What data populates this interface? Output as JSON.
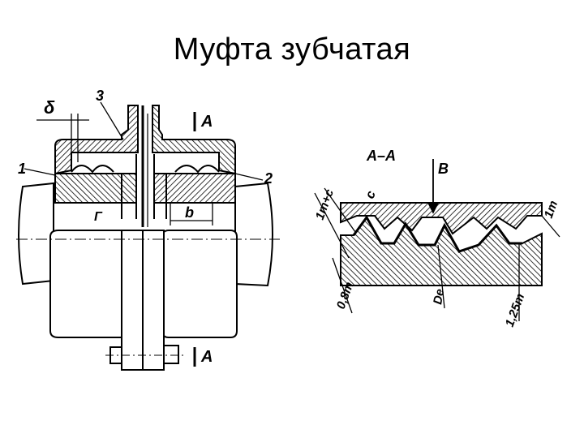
{
  "slide": {
    "title": "Муфта зубчатая"
  },
  "main_view": {
    "labels": {
      "delta": "δ",
      "part_3": "3",
      "part_1": "1",
      "part_2": "2",
      "gamma": "Г",
      "dim_b": "b",
      "section_mark_top": "A",
      "section_mark_bottom": "A"
    }
  },
  "section_view": {
    "labels": {
      "section_title": "A–A",
      "view_b": "B",
      "c": "c",
      "one_m_plus_c": "1m+c",
      "zero_eight_m": "0,8m",
      "de": "De",
      "one_twentyfive_m": "1,25m",
      "one_m": "1m"
    }
  },
  "colors": {
    "ink": "#000000",
    "paper": "#ffffff"
  }
}
